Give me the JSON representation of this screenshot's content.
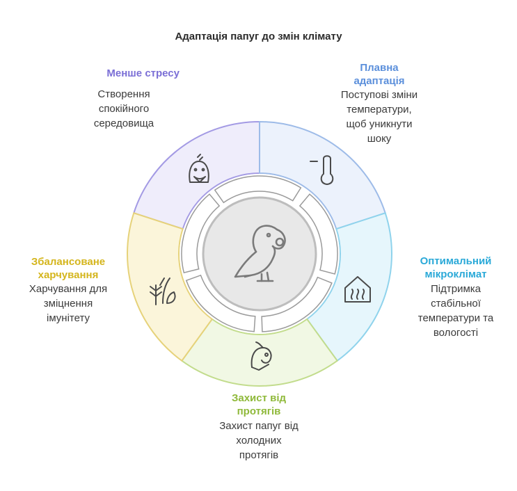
{
  "title": "Адаптація папуг до змін клімату",
  "segments": [
    {
      "title_lines": [
        "Менше стресу"
      ],
      "desc_lines": [
        "Створення",
        "спокійного",
        "середовища"
      ],
      "color": "#7b6fd6",
      "fill": "#efedfb",
      "stroke": "#a39ae4",
      "icon": "bird-icon"
    },
    {
      "title_lines": [
        "Плавна",
        "адаптація"
      ],
      "desc_lines": [
        "Поступові зміни",
        "температури,",
        "щоб уникнути",
        "шоку"
      ],
      "color": "#5b8fdb",
      "fill": "#ecf2fc",
      "stroke": "#9dbbe8",
      "icon": "thermometer-icon"
    },
    {
      "title_lines": [
        "Оптимальний",
        "мікроклімат"
      ],
      "desc_lines": [
        "Підтримка",
        "стабільної",
        "температури та",
        "вологості"
      ],
      "color": "#2aa9d8",
      "fill": "#e6f6fc",
      "stroke": "#8fd3ec",
      "icon": "house-humidity-icon"
    },
    {
      "title_lines": [
        "Захист від",
        "протягів"
      ],
      "desc_lines": [
        "Захист папуг від",
        "холодних",
        "протягів"
      ],
      "color": "#8fb93a",
      "fill": "#f1f8e4",
      "stroke": "#c2dc8c",
      "icon": "parrot-small-icon"
    },
    {
      "title_lines": [
        "Збалансоване",
        "харчування"
      ],
      "desc_lines": [
        "Харчування для",
        "зміцнення",
        "імунітету"
      ],
      "color": "#d4b51c",
      "fill": "#fbf5da",
      "stroke": "#e6d27a",
      "icon": "plant-icon"
    }
  ],
  "center_icon": "parrot-icon"
}
